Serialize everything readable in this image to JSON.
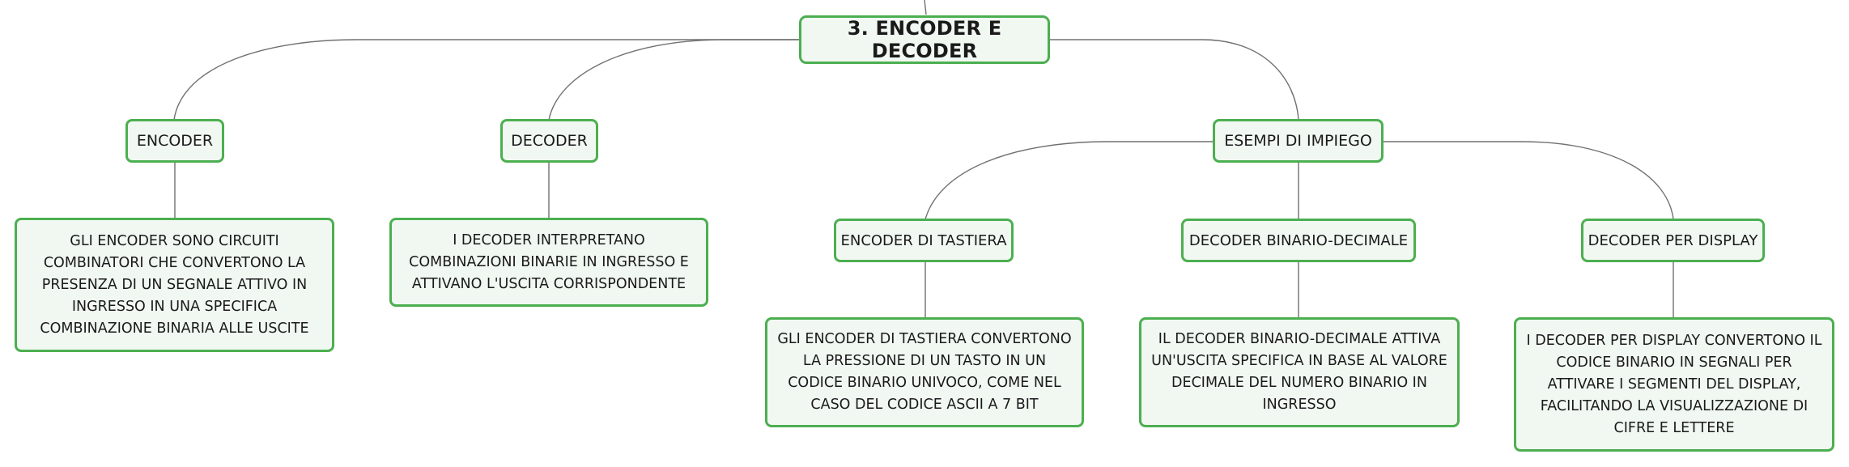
{
  "root": {
    "title": "3. ENCODER E DECODER"
  },
  "branches": {
    "encoder": {
      "label": "ENCODER",
      "description": "GLI ENCODER SONO CIRCUITI COMBINATORI CHE CONVERTONO LA PRESENZA DI UN SEGNALE ATTIVO IN INGRESSO IN UNA SPECIFICA COMBINAZIONE BINARIA ALLE USCITE"
    },
    "decoder": {
      "label": "DECODER",
      "description": "I DECODER INTERPRETANO COMBINAZIONI BINARIE IN INGRESSO E ATTIVANO L'USCITA CORRISPONDENTE"
    },
    "examples": {
      "label": "ESEMPI DI IMPIEGO",
      "keyboard_encoder": {
        "label": "ENCODER DI TASTIERA",
        "description": "GLI ENCODER DI TASTIERA CONVERTONO LA PRESSIONE DI UN TASTO IN UN CODICE BINARIO UNIVOCO, COME NEL CASO DEL CODICE ASCII A 7 BIT"
      },
      "binary_decimal_decoder": {
        "label": "DECODER BINARIO-DECIMALE",
        "description": "IL DECODER BINARIO-DECIMALE ATTIVA UN'USCITA SPECIFICA IN BASE AL VALORE DECIMALE DEL NUMERO BINARIO IN INGRESSO"
      },
      "display_decoder": {
        "label": "DECODER PER DISPLAY",
        "description": "I DECODER PER DISPLAY CONVERTONO IL CODICE BINARIO IN SEGNALI PER ATTIVARE I SEGMENTI DEL DISPLAY, FACILITANDO LA VISUALIZZAZIONE DI CIFRE E LETTERE"
      }
    }
  },
  "colors": {
    "node_border": "#4caf50",
    "node_fill": "#f1f8f2",
    "connector": "#707070"
  }
}
